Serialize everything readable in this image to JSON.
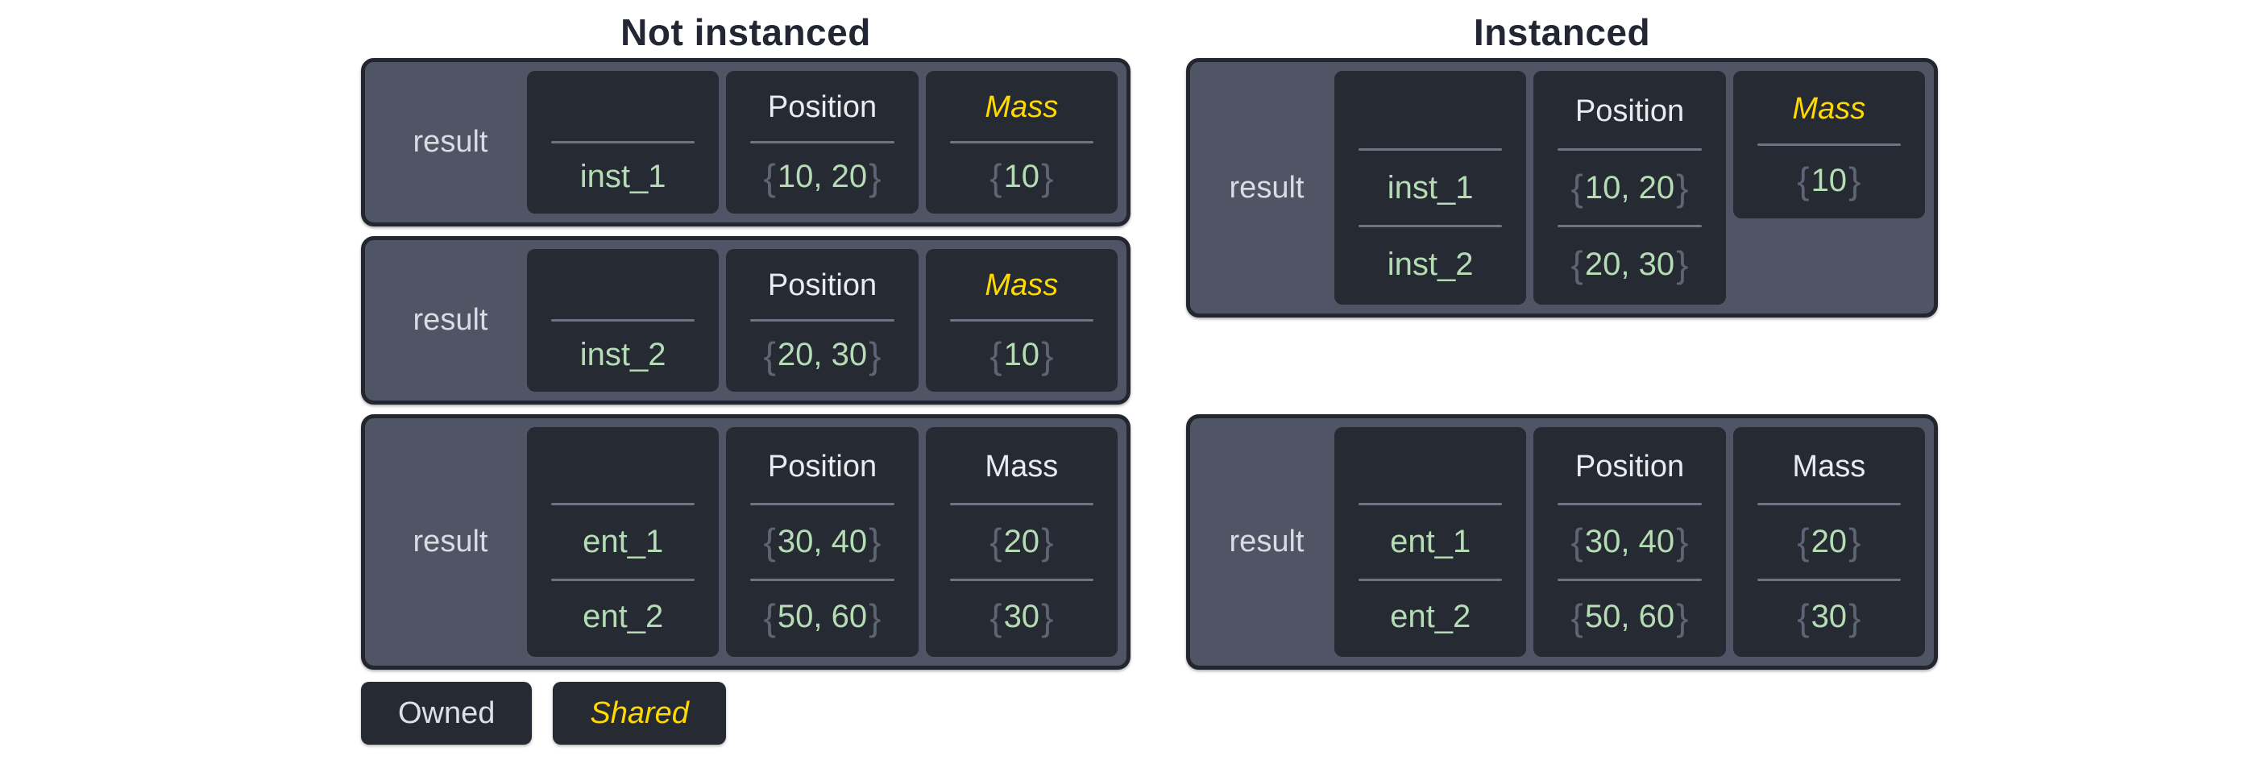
{
  "colors": {
    "page_bg": "#ffffff",
    "title_text": "#232733",
    "table_bg": "#4f5565",
    "table_border": "#23262e",
    "cell_bg": "#252a33",
    "divider": "#6e7582",
    "result_text": "#d9dce3",
    "header_text": "#e9ebf0",
    "value_green": "#b6dcb6",
    "brace_gray": "#5d6472",
    "shared_yellow": "#ffd900",
    "legend_text": "#dde0e6"
  },
  "glyphs": {
    "open_brace": "{",
    "close_brace": "}"
  },
  "sections": {
    "not_instanced": {
      "title": "Not instanced"
    },
    "instanced": {
      "title": "Instanced"
    }
  },
  "legend": {
    "owned": "Owned",
    "shared": "Shared"
  },
  "tables": {
    "ni_inst1": {
      "result": "result",
      "entity_header": "",
      "entity": "inst_1",
      "position_header": "Position",
      "position": "10, 20",
      "mass_header": "Mass",
      "mass": "10"
    },
    "ni_inst2": {
      "result": "result",
      "entity_header": "",
      "entity": "inst_2",
      "position_header": "Position",
      "position": "20, 30",
      "mass_header": "Mass",
      "mass": "10"
    },
    "ni_ents": {
      "result": "result",
      "entity_header": "",
      "entities": [
        "ent_1",
        "ent_2"
      ],
      "position_header": "Position",
      "positions": [
        "30, 40",
        "50, 60"
      ],
      "mass_header": "Mass",
      "masses": [
        "20",
        "30"
      ]
    },
    "inst_merged": {
      "result": "result",
      "entity_header": "",
      "entities": [
        "inst_1",
        "inst_2"
      ],
      "position_header": "Position",
      "positions": [
        "10, 20",
        "20, 30"
      ],
      "mass_header": "Mass",
      "mass": "10"
    },
    "inst_ents": {
      "result": "result",
      "entity_header": "",
      "entities": [
        "ent_1",
        "ent_2"
      ],
      "position_header": "Position",
      "positions": [
        "30, 40",
        "50, 60"
      ],
      "mass_header": "Mass",
      "masses": [
        "20",
        "30"
      ]
    }
  }
}
